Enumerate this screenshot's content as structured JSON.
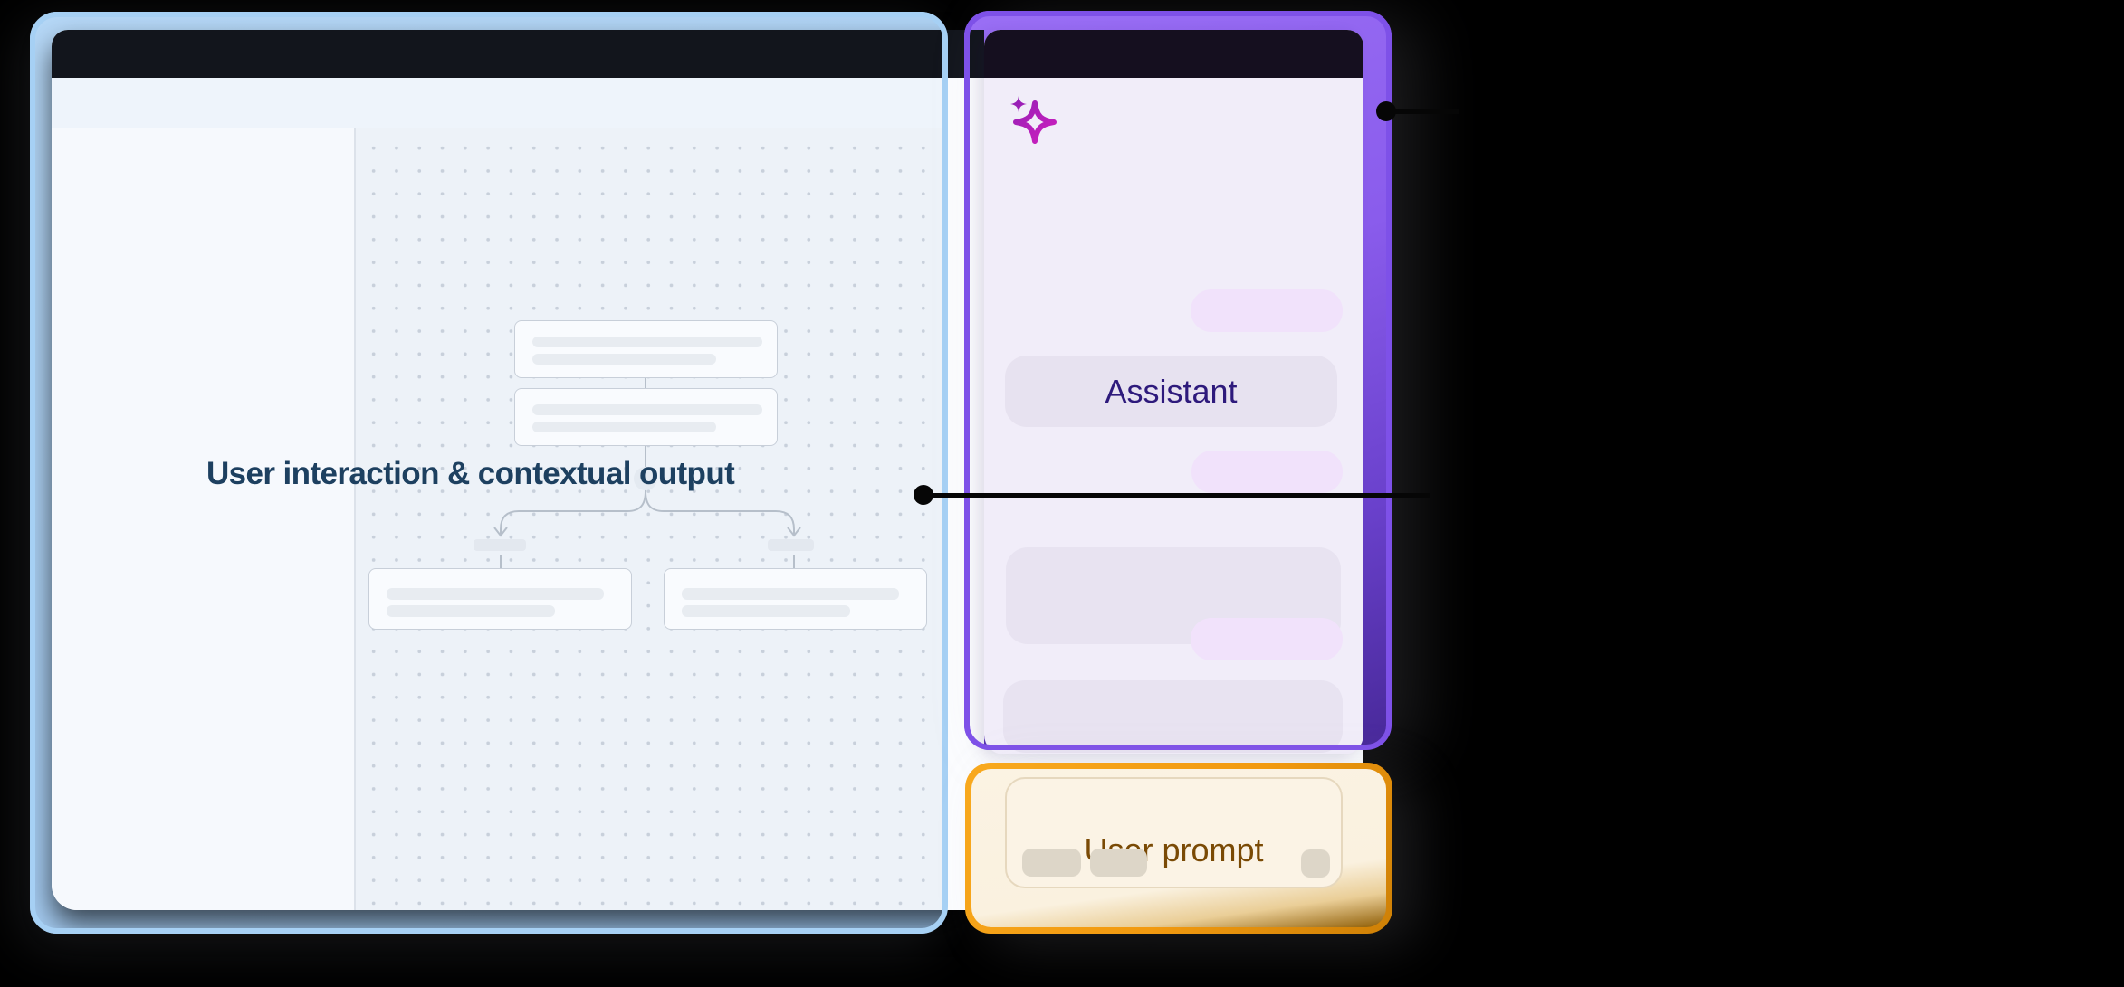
{
  "page": {
    "background": "#000000"
  },
  "window": {
    "header_color": "#12151C",
    "body_color": "#FBFCFE"
  },
  "highlights": {
    "canvas_region": {
      "accent": "#A6D0F4"
    },
    "assistant_region": {
      "accent": "#7E51E8"
    },
    "prompt_region": {
      "accent": "#F29A10"
    }
  },
  "canvas": {
    "caption": "User interaction & contextual output",
    "flow": {
      "top_boxes": 2,
      "branch_chips": 2,
      "bottom_boxes": 2
    }
  },
  "assistant": {
    "title": "Assistant",
    "icon": "sparkle-icon",
    "icon_gradient": [
      "#8A1FB4",
      "#D81FC0"
    ],
    "bubbles": [
      {
        "kind": "user"
      },
      {
        "kind": "assistant-label"
      },
      {
        "kind": "user"
      },
      {
        "kind": "assistant"
      },
      {
        "kind": "user"
      },
      {
        "kind": "assistant"
      }
    ]
  },
  "prompt": {
    "label": "User prompt",
    "chips": 3
  },
  "callouts": [
    {
      "target": "canvas-region"
    },
    {
      "target": "assistant-region"
    }
  ]
}
